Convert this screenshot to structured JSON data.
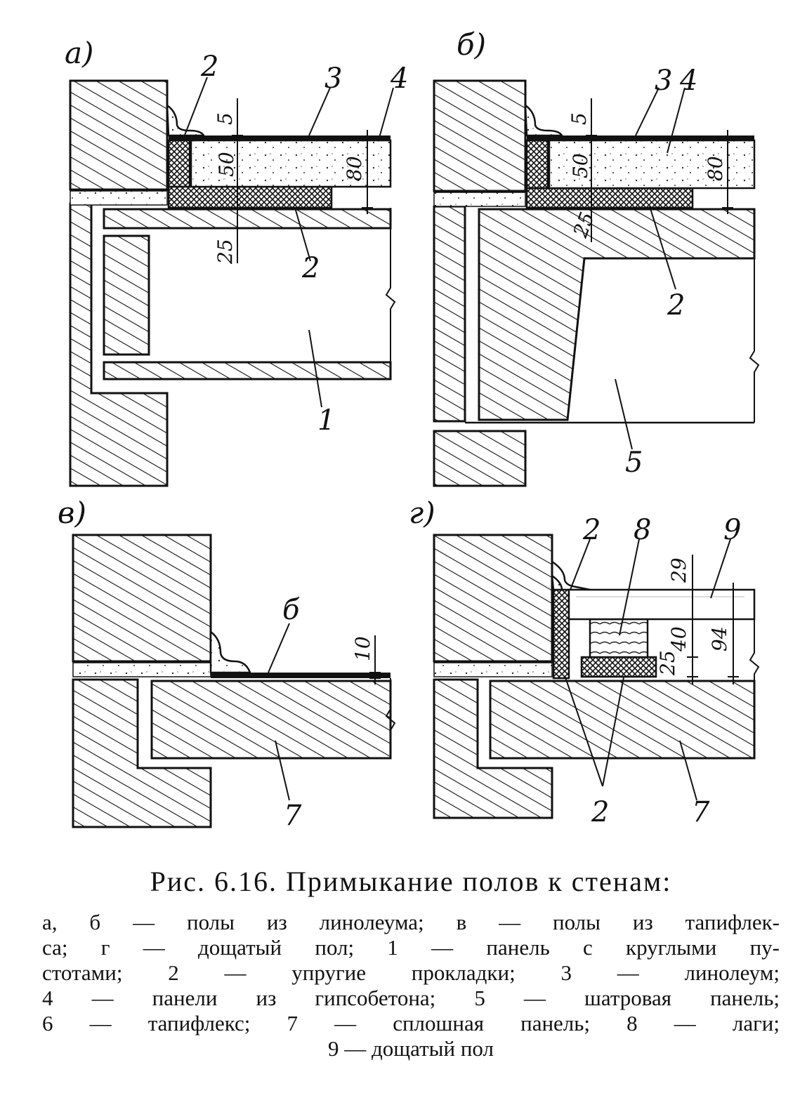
{
  "panels": {
    "a": {
      "letter": "а)",
      "labels": {
        "l2_top": "2",
        "l3": "3",
        "l4": "4",
        "l2_mid": "2",
        "l1": "1"
      },
      "dims": {
        "d5": "5",
        "d50": "50",
        "d80": "80",
        "d25": "25"
      }
    },
    "b": {
      "letter": "б)",
      "labels": {
        "l3": "3",
        "l4": "4",
        "l2": "2",
        "l5": "5"
      },
      "dims": {
        "d5": "5",
        "d50": "50",
        "d80": "80",
        "d25": "25"
      }
    },
    "v": {
      "letter": "в)",
      "labels": {
        "l6": "б",
        "l7": "7"
      },
      "dims": {
        "d10": "10"
      }
    },
    "g": {
      "letter": "г)",
      "labels": {
        "l2_top": "2",
        "l8": "8",
        "l9": "9",
        "l2_bottom": "2",
        "l7": "7"
      },
      "dims": {
        "d29": "29",
        "d40": "40",
        "d25": "25",
        "d94": "94"
      }
    }
  },
  "caption": {
    "title": "Рис. 6.16. Примыкание полов к стенам:",
    "line1": "а, б — полы из линолеума; в — полы из тапифлек-",
    "line2": "са; г — дощатый пол; 1 — панель с круглыми пу-",
    "line3": "стотами; 2 — упругие прокладки; 3 — линолеум;",
    "line4": "4 — панели из гипсобетона; 5 — шатровая панель;",
    "line5": "6 — тапифлекс; 7 — сплошная панель; 8 — лаги;",
    "line6": "9 — дощатый пол"
  }
}
